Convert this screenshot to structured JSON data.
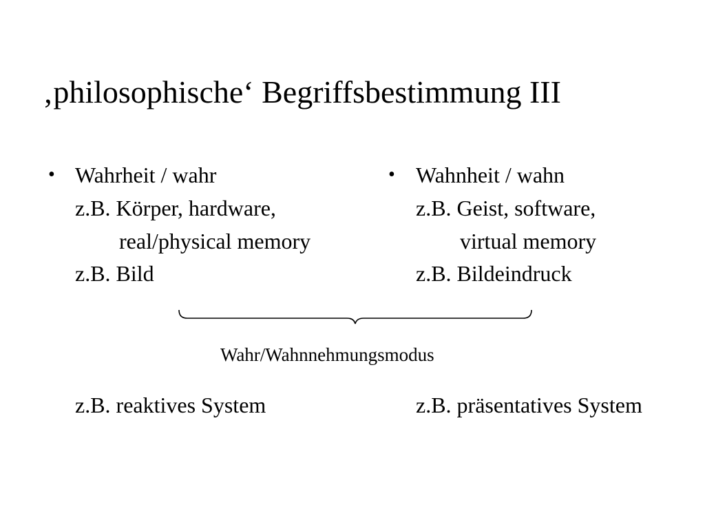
{
  "slide": {
    "title": "‚philosophische‘ Begriffsbestimmung III",
    "left": {
      "bullet": "•",
      "heading": "Wahrheit / wahr",
      "example1": "z.B. Körper, hardware,",
      "example1_cont": "real/physical memory",
      "example2": "z.B. Bild"
    },
    "right": {
      "bullet": "•",
      "heading": "Wahnheit / wahn",
      "example1": "z.B. Geist, software,",
      "example1_cont": "virtual memory",
      "example2": "z.B. Bildeindruck"
    },
    "brace_caption": "Wahr/Wahnnehmungsmodus",
    "bottom_left": "z.B. reaktives System",
    "bottom_right": "z.B. präsentatives System"
  }
}
